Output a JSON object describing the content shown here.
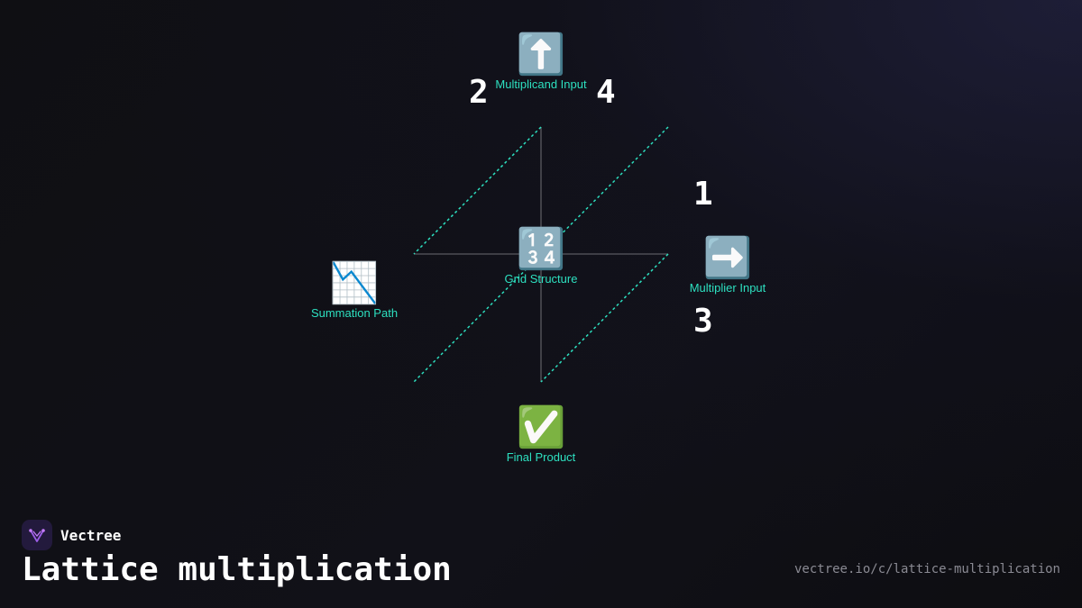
{
  "diagram": {
    "nodes": {
      "multiplicand": {
        "label": "Multiplicand Input",
        "icon": "up-arrow-icon",
        "glyph": "⬆️"
      },
      "grid": {
        "label": "Grid Structure",
        "icon": "input-numbers-icon",
        "glyph": "🔢"
      },
      "multiplier": {
        "label": "Multiplier Input",
        "icon": "right-arrow-icon",
        "glyph": "➡️"
      },
      "summation": {
        "label": "Summation Path",
        "icon": "chart-decreasing-icon",
        "glyph": "📉"
      },
      "product": {
        "label": "Final Product",
        "icon": "check-mark-icon",
        "glyph": "✅"
      }
    },
    "multiplicand_digits": [
      "2",
      "4"
    ],
    "multiplier_digits": [
      "1",
      "3"
    ],
    "colors": {
      "accent": "#2de0c0",
      "grid_line": "#5a5a60",
      "background": "#0f0f13"
    }
  },
  "footer": {
    "brand": "Vectree",
    "title": "Lattice multiplication",
    "url": "vectree.io/c/lattice-multiplication"
  }
}
